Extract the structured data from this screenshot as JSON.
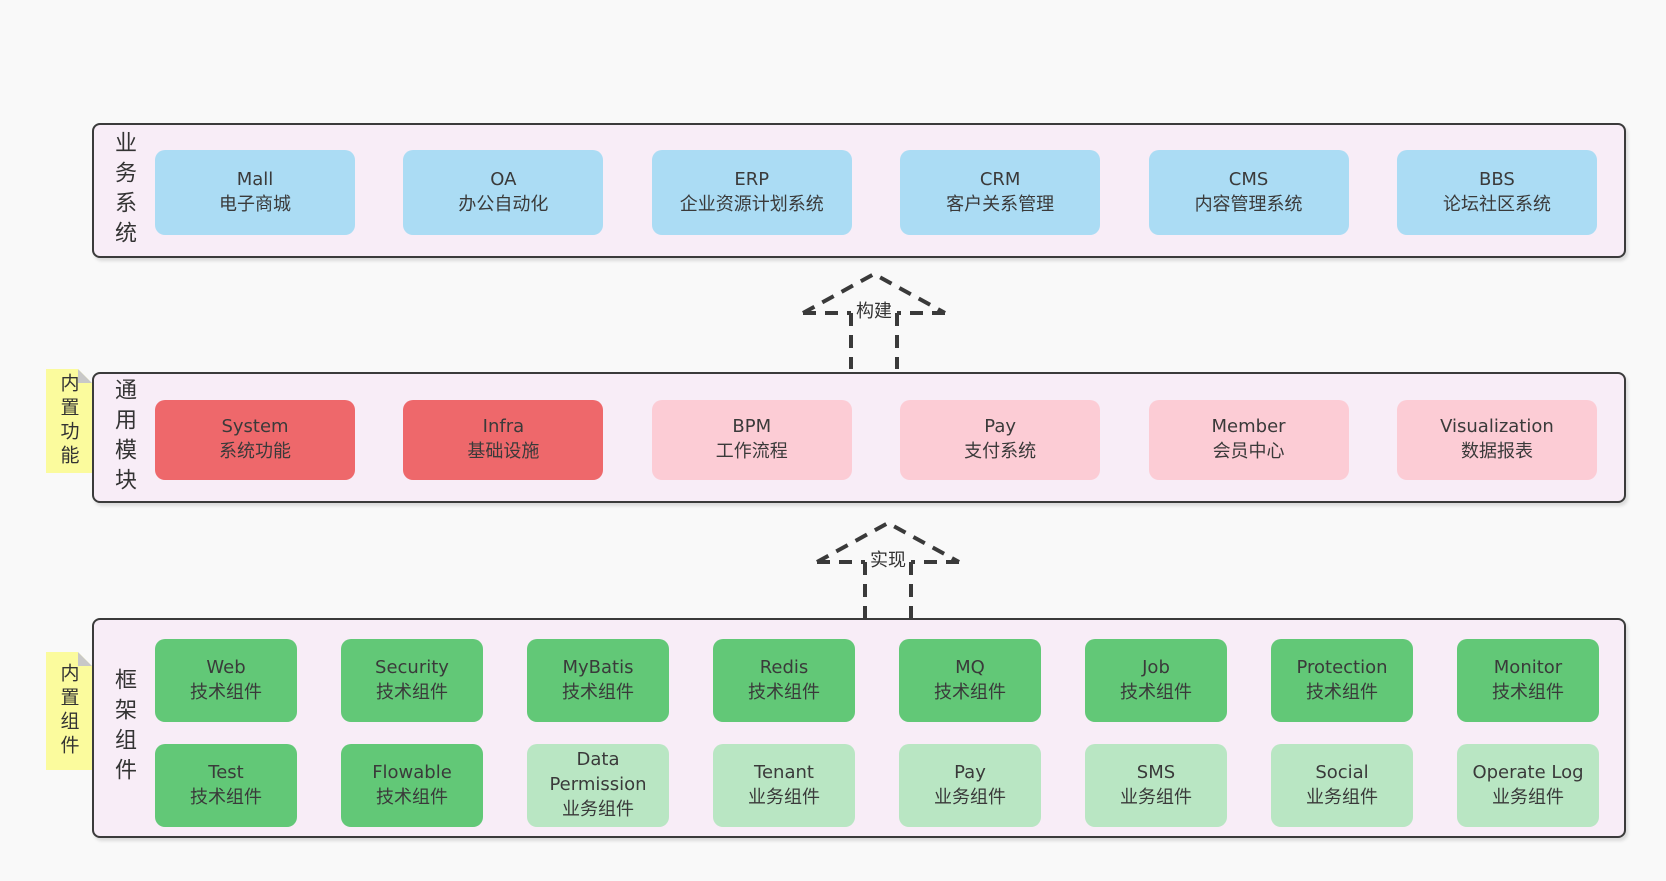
{
  "colors": {
    "page_bg": "#f9f9f9",
    "section_bg": "#f8edf7",
    "section_border": "#3b3b3b",
    "blue": "#abdcf4",
    "red": "#ee686b",
    "pink": "#fcccd5",
    "green": "#62c877",
    "green_light": "#b9e6c3",
    "note_yellow": "#fbfb9d",
    "note_fold": "#c8c8c8"
  },
  "business": {
    "title": "业务系统",
    "boxes": [
      {
        "en": "Mall",
        "zh": "电子商城",
        "variant": "blue"
      },
      {
        "en": "OA",
        "zh": "办公自动化",
        "variant": "blue"
      },
      {
        "en": "ERP",
        "zh": "企业资源计划系统",
        "variant": "blue"
      },
      {
        "en": "CRM",
        "zh": "客户关系管理",
        "variant": "blue"
      },
      {
        "en": "CMS",
        "zh": "内容管理系统",
        "variant": "blue"
      },
      {
        "en": "BBS",
        "zh": "论坛社区系统",
        "variant": "blue"
      }
    ]
  },
  "arrows": {
    "build": "构建",
    "implement": "实现"
  },
  "modules": {
    "title": "通用模块",
    "note": "内置功能",
    "boxes": [
      {
        "en": "System",
        "zh": "系统功能",
        "variant": "red"
      },
      {
        "en": "Infra",
        "zh": "基础设施",
        "variant": "red"
      },
      {
        "en": "BPM",
        "zh": "工作流程",
        "variant": "pink"
      },
      {
        "en": "Pay",
        "zh": "支付系统",
        "variant": "pink"
      },
      {
        "en": "Member",
        "zh": "会员中心",
        "variant": "pink"
      },
      {
        "en": "Visualization",
        "zh": "数据报表",
        "variant": "pink"
      }
    ]
  },
  "framework": {
    "title": "框架组件",
    "note": "内置组件",
    "row1": [
      {
        "en": "Web",
        "zh": "技术组件",
        "variant": "green"
      },
      {
        "en": "Security",
        "zh": "技术组件",
        "variant": "green"
      },
      {
        "en": "MyBatis",
        "zh": "技术组件",
        "variant": "green"
      },
      {
        "en": "Redis",
        "zh": "技术组件",
        "variant": "green"
      },
      {
        "en": "MQ",
        "zh": "技术组件",
        "variant": "green"
      },
      {
        "en": "Job",
        "zh": "技术组件",
        "variant": "green"
      },
      {
        "en": "Protection",
        "zh": "技术组件",
        "variant": "green"
      },
      {
        "en": "Monitor",
        "zh": "技术组件",
        "variant": "green"
      }
    ],
    "row2": [
      {
        "en": "Test",
        "zh": "技术组件",
        "variant": "green"
      },
      {
        "en": "Flowable",
        "zh": "技术组件",
        "variant": "green"
      },
      {
        "en": "Data Permission",
        "zh": "业务组件",
        "variant": "green-light"
      },
      {
        "en": "Tenant",
        "zh": "业务组件",
        "variant": "green-light"
      },
      {
        "en": "Pay",
        "zh": "业务组件",
        "variant": "green-light"
      },
      {
        "en": "SMS",
        "zh": "业务组件",
        "variant": "green-light"
      },
      {
        "en": "Social",
        "zh": "业务组件",
        "variant": "green-light"
      },
      {
        "en": "Operate Log",
        "zh": "业务组件",
        "variant": "green-light"
      }
    ]
  }
}
